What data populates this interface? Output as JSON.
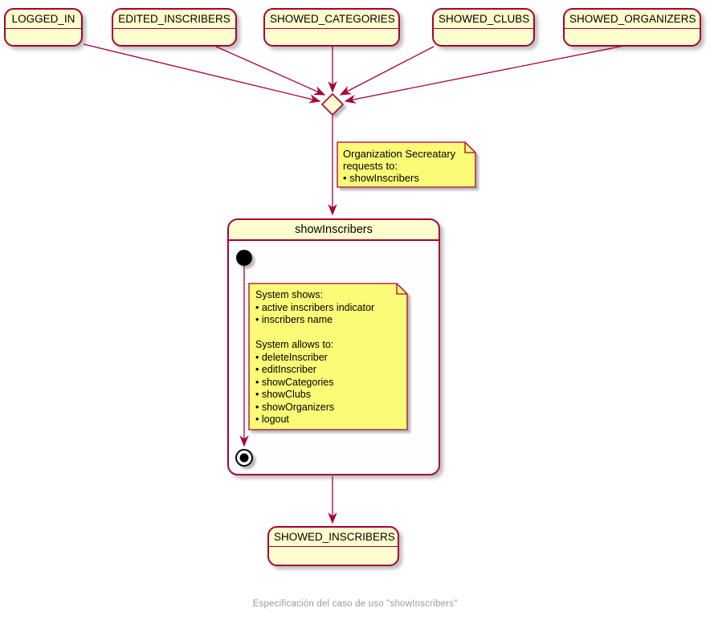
{
  "colors": {
    "line_and_border": "#A80036",
    "state_fill": "#FEFECE",
    "note_fill": "#FBFB77",
    "composite_body_fill": "#FFFFFF",
    "node_black": "#000000",
    "caption_gray": "#9A9A9A"
  },
  "top_states": [
    {
      "label": "LOGGED_IN"
    },
    {
      "label": "EDITED_INSCRIBERS"
    },
    {
      "label": "SHOWED_CATEGORIES"
    },
    {
      "label": "SHOWED_CLUBS"
    },
    {
      "label": "SHOWED_ORGANIZERS"
    }
  ],
  "request_note": {
    "lines": [
      "Organization Secreatary",
      "requests to:",
      "• showInscribers"
    ]
  },
  "composite_state": {
    "title": "showInscribers",
    "system_note": {
      "lines": [
        "System shows:",
        "• active inscribers indicator",
        "• inscribers name",
        "",
        "System allows to:",
        "• deleteInscriber",
        "• editInscriber",
        "• showCategories",
        "• showClubs",
        "• showOrganizers",
        "• logout"
      ]
    }
  },
  "result_state": {
    "label": "SHOWED_INSCRIBERS"
  },
  "caption": "Especificación del caso de uso \"showInscribers\""
}
